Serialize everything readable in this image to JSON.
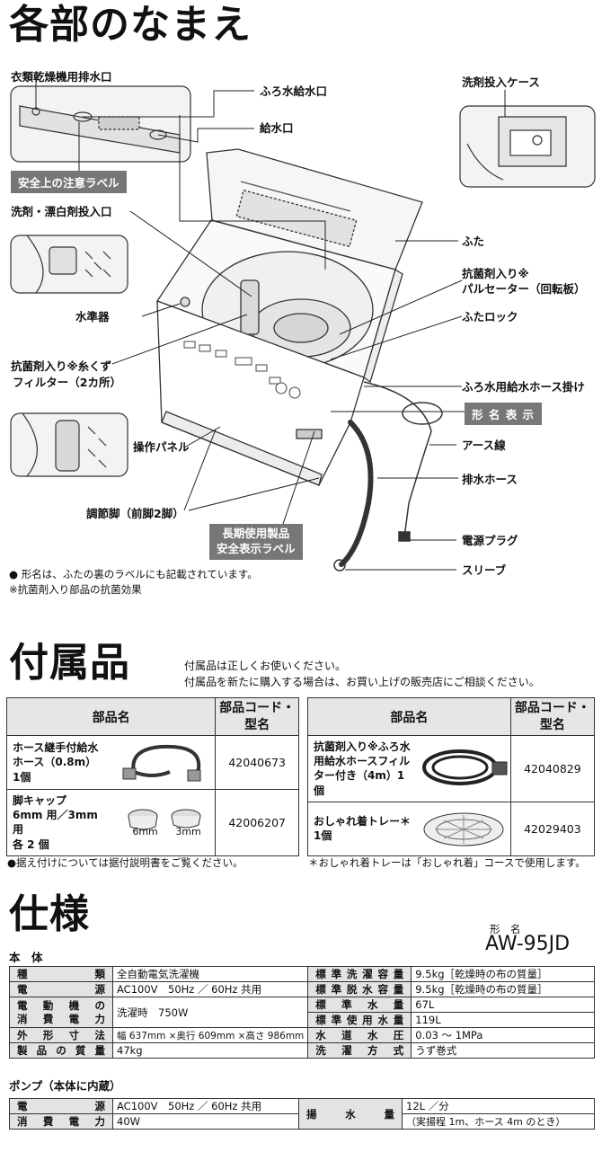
{
  "parts": {
    "title": "各部のなまえ",
    "labels": {
      "dryer_drain": "衣類乾燥機用排水口",
      "bath_inlet": "ふろ水給水口",
      "water_inlet": "給水口",
      "detergent_case": "洗剤投入ケース",
      "safety_label": "安全上の注意ラベル",
      "detergent_bleach_inlet": "洗剤・漂白剤投入口",
      "lid": "ふた",
      "pulsator_1": "抗菌剤入り※",
      "pulsator_2": "パルセーター（回転板）",
      "level": "水準器",
      "lid_lock": "ふたロック",
      "filter_1": "抗菌剤入り※糸くず",
      "filter_2": "フィルター（2カ所）",
      "hose_hook": "ふろ水用給水ホース掛け",
      "model_display": "形 名 表 示",
      "control_panel": "操作パネル",
      "earth_wire": "アース線",
      "drain_hose": "排水ホース",
      "adjust_feet": "調節脚（前脚2脚）",
      "longterm_label_1": "長期使用製品",
      "longterm_label_2": "安全表示ラベル",
      "power_plug": "電源プラグ",
      "sleeve": "スリーブ"
    },
    "notes": [
      "● 形名は、ふたの裏のラベルにも記載されています。",
      "※抗菌剤入り部品の抗菌効果"
    ]
  },
  "accessories": {
    "title": "付属品",
    "intro_1": "付属品は正しくお使いください。",
    "intro_2": "付属品を新たに購入する場合は、お買い上げの販売店にご相談ください。",
    "header_name": "部品名",
    "header_code_1": "部品コード・",
    "header_code_2": "型名",
    "left": [
      {
        "name_1": "ホース継手付給水",
        "name_2": "ホース（0.8m）",
        "name_3": "1個",
        "code": "42040673"
      },
      {
        "name_1": "脚キャップ",
        "name_2": "6mm 用／3mm 用",
        "name_3": "各 2 個",
        "code": "42006207",
        "img_1": "6mm",
        "img_2": "3mm"
      }
    ],
    "right": [
      {
        "name_1": "抗菌剤入り※ふろ水",
        "name_2": "用給水ホースフィル",
        "name_3": "ター付き（4m）1個",
        "code": "42040829"
      },
      {
        "name_1": "おしゃれ着トレー＊",
        "name_2": "1個",
        "name_3": "",
        "code": "42029403"
      }
    ],
    "note_left": "●据え付けについては据付説明書をご覧ください。",
    "note_right": "＊おしゃれ着トレーは「おしゃれ着」コースで使用します。"
  },
  "specs": {
    "title": "仕様",
    "model_label": "形　名",
    "model": "AW-95JD",
    "body_label": "本　体",
    "rows": [
      {
        "k1": "種類",
        "v1": "全自動電気洗濯機",
        "k2": "標準洗濯容量",
        "v2": "9.5kg［乾燥時の布の質量］"
      },
      {
        "k1": "電源",
        "v1": "AC100V　50Hz ／ 60Hz 共用",
        "k2": "標準脱水容量",
        "v2": "9.5kg［乾燥時の布の質量］"
      },
      {
        "k1": "電動機の",
        "k1b": "消費電力",
        "v1": "洗濯時　750W",
        "k2": "標準水量",
        "v2": "67L",
        "k2b": "標準使用水量",
        "v2b": "119L"
      },
      {
        "k1": "外形寸法",
        "v1": "幅 637mm ×奥行 609mm ×高さ 986mm",
        "k2": "水道水圧",
        "v2": "0.03 ～ 1MPa"
      },
      {
        "k1": "製品の質量",
        "v1": "47kg",
        "k2": "洗濯方式",
        "v2": "うず巻式"
      }
    ],
    "pump_label": "ポンプ（本体に内蔵）",
    "pump": {
      "k1": "電源",
      "v1": "AC100V　50Hz ／ 60Hz 共用",
      "k1b": "消費電力",
      "v1b": "40W",
      "k2": "揚水量",
      "v2": "12L ／分",
      "v2b": "（実揚程 1m、ホース 4m のとき）"
    }
  },
  "colors": {
    "tag_bg": "#777777",
    "header_bg": "#e6e6e6",
    "spec_key_bg": "#e3e3e3"
  }
}
